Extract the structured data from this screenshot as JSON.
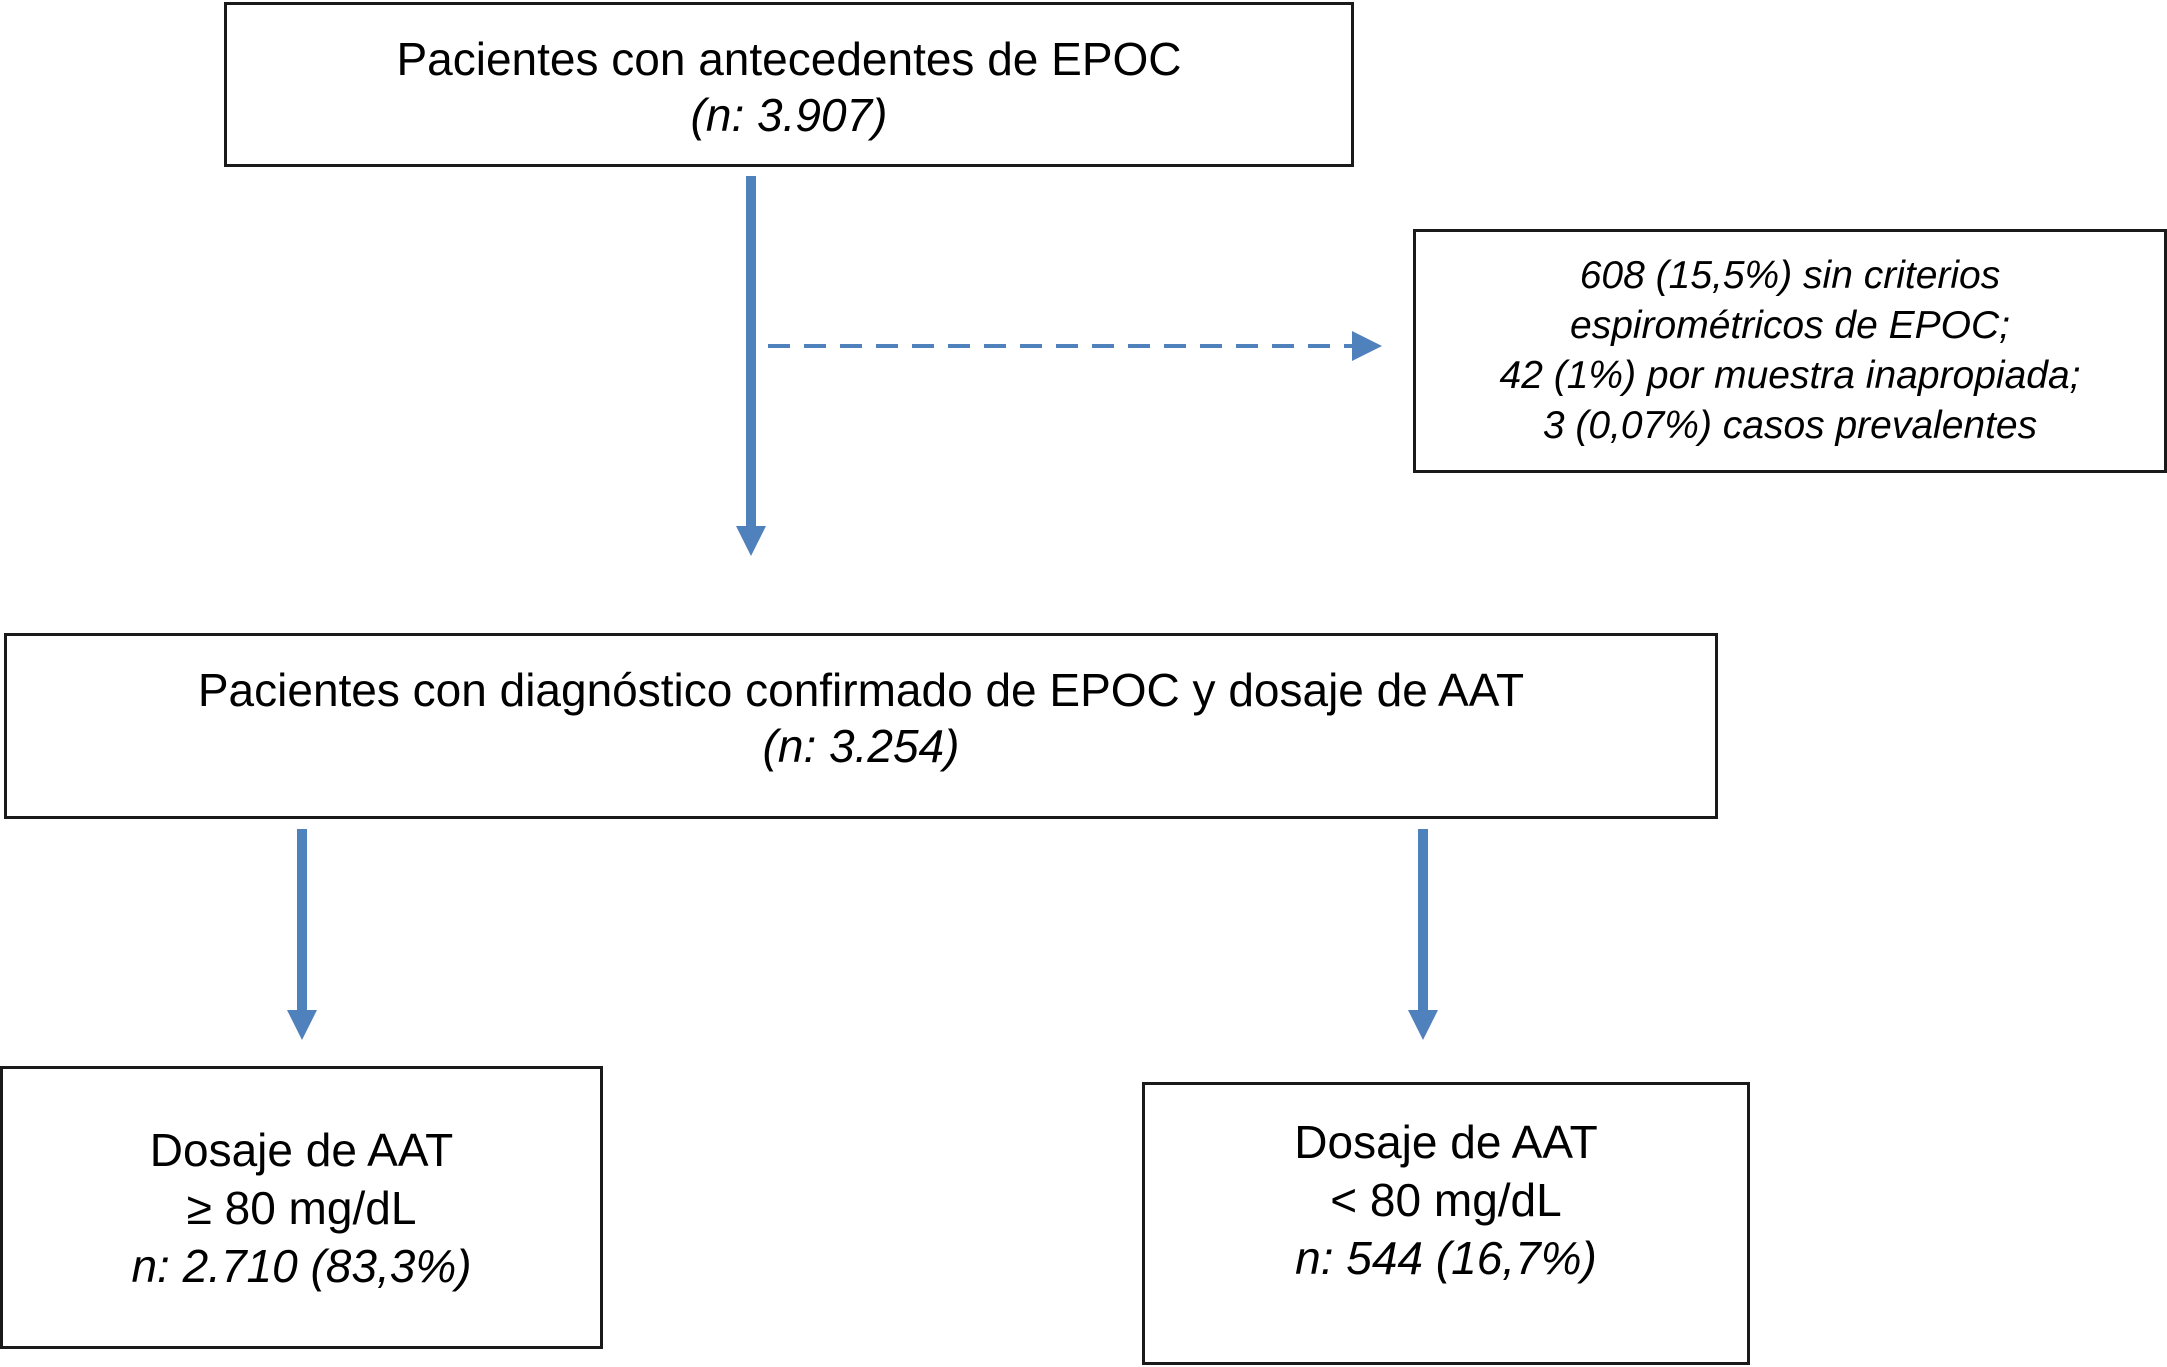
{
  "colors": {
    "arrow": "#4f81bd",
    "border": "#1a1a1a"
  },
  "top_box": {
    "title": "Pacientes con antecedentes de EPOC",
    "count": "(n: 3.907)"
  },
  "exclusion_box": {
    "lines": [
      "608 (15,5%) sin criterios",
      "espirométricos de EPOC;",
      "42 (1%) por muestra inapropiada;",
      "3 (0,07%) casos prevalentes"
    ]
  },
  "confirmed_box": {
    "title": "Pacientes con diagnóstico confirmado de EPOC y dosaje de AAT",
    "count": "(n: 3.254)"
  },
  "high_box": {
    "title": "Dosaje de AAT",
    "threshold": "≥ 80 mg/dL",
    "count": "n: 2.710 (83,3%)"
  },
  "low_box": {
    "title": "Dosaje de AAT",
    "threshold": "< 80 mg/dL",
    "count": "n: 544 (16,7%)"
  }
}
